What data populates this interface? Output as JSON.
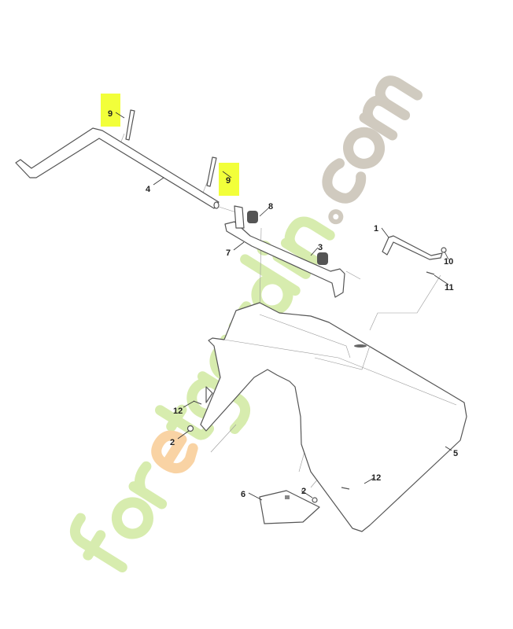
{
  "watermark": {
    "text_green": "foretjardin",
    "text_grey": ".com",
    "colors": {
      "green": "#cfe7a0",
      "orange": "#f9cf9b",
      "grey": "#c9c3b7"
    }
  },
  "highlight_color": "#f2ff3a",
  "callouts": [
    {
      "id": "9a",
      "label": "9",
      "highlighted": true
    },
    {
      "id": "9b",
      "label": "9",
      "highlighted": true
    },
    {
      "id": "4",
      "label": "4"
    },
    {
      "id": "8",
      "label": "8"
    },
    {
      "id": "7",
      "label": "7"
    },
    {
      "id": "3",
      "label": "3"
    },
    {
      "id": "1",
      "label": "1"
    },
    {
      "id": "10",
      "label": "10"
    },
    {
      "id": "11",
      "label": "11"
    },
    {
      "id": "12a",
      "label": "12"
    },
    {
      "id": "2a",
      "label": "2"
    },
    {
      "id": "5",
      "label": "5"
    },
    {
      "id": "12b",
      "label": "12"
    },
    {
      "id": "2b",
      "label": "2"
    },
    {
      "id": "6",
      "label": "6"
    }
  ]
}
